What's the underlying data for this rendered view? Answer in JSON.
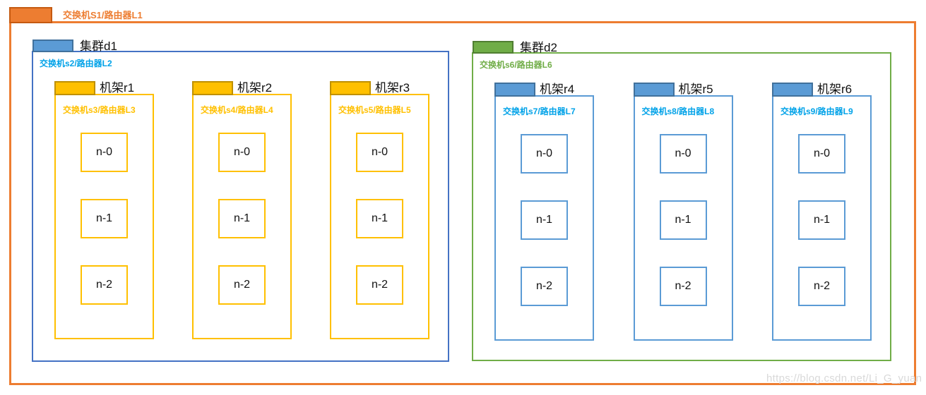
{
  "page": {
    "watermark": "https://blog.csdn.net/Li_G_yuan"
  },
  "root": {
    "label": "交换机S1/路由器L1",
    "theme": {
      "border": "#ED7D31",
      "tab_fill": "#ED7D31",
      "tab_border": "#C55A11",
      "label_color": "#ED7D31"
    }
  },
  "clusters": [
    {
      "name": "集群d1",
      "switch_label": "交换机s2/路由器L2",
      "theme": {
        "border": "#4472C4",
        "tab_fill": "#5B9BD5",
        "tab_border": "#41719C",
        "switch_color": "#00A2E8"
      },
      "rack_theme": {
        "border": "#FFC000",
        "tab_fill": "#FFC000",
        "tab_border": "#BF9000",
        "switch_color": "#FFC000"
      },
      "racks": [
        {
          "name": "机架r1",
          "switch_label": "交换机s3/路由器L3",
          "nodes": [
            "n-0",
            "n-1",
            "n-2"
          ]
        },
        {
          "name": "机架r2",
          "switch_label": "交换机s4/路由器L4",
          "nodes": [
            "n-0",
            "n-1",
            "n-2"
          ]
        },
        {
          "name": "机架r3",
          "switch_label": "交换机s5/路由器L5",
          "nodes": [
            "n-0",
            "n-1",
            "n-2"
          ]
        }
      ]
    },
    {
      "name": "集群d2",
      "switch_label": "交换机s6/路由器L6",
      "theme": {
        "border": "#70AD47",
        "tab_fill": "#70AD47",
        "tab_border": "#507E32",
        "switch_color": "#70AD47"
      },
      "rack_theme": {
        "border": "#5B9BD5",
        "tab_fill": "#5B9BD5",
        "tab_border": "#41719C",
        "switch_color": "#00A2E8"
      },
      "racks": [
        {
          "name": "机架r4",
          "switch_label": "交换机s7/路由器L7",
          "nodes": [
            "n-0",
            "n-1",
            "n-2"
          ]
        },
        {
          "name": "机架r5",
          "switch_label": "交换机s8/路由器L8",
          "nodes": [
            "n-0",
            "n-1",
            "n-2"
          ]
        },
        {
          "name": "机架r6",
          "switch_label": "交换机s9/路由器L9",
          "nodes": [
            "n-0",
            "n-1",
            "n-2"
          ]
        }
      ]
    }
  ]
}
